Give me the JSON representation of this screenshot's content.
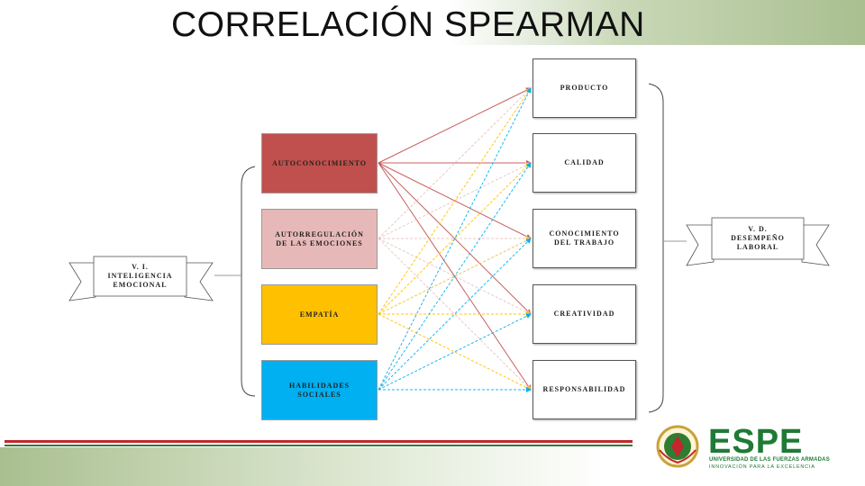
{
  "title": "CORRELACIÓN SPEARMAN",
  "vi_label": "V. I.\nINTELIGENCIA\nEMOCIONAL",
  "vd_label": "V. D.\nDESEMPEÑO\nLABORAL",
  "independent": [
    {
      "label": "AUTOCONOCIMIENTO",
      "color": "#c0504d"
    },
    {
      "label": "AUTORREGULACIÓN\nDE LAS EMOCIONES",
      "color": "#e6b9b8"
    },
    {
      "label": "EMPATÍA",
      "color": "#ffc000"
    },
    {
      "label": "HABILIDADES\nSOCIALES",
      "color": "#00b0f0"
    }
  ],
  "dependent": [
    {
      "label": "PRODUCTO"
    },
    {
      "label": "CALIDAD"
    },
    {
      "label": "CONOCIMIENTO\nDEL TRABAJO"
    },
    {
      "label": "CREATIVIDAD"
    },
    {
      "label": "RESPONSABILIDAD"
    }
  ],
  "links_note": "each independent dimension connects to each dependent dimension",
  "logo": {
    "name": "ESPE",
    "subtitle": "UNIVERSIDAD DE LAS FUERZAS ARMADAS",
    "tagline": "INNOVACIÓN PARA LA EXCELENCIA"
  }
}
